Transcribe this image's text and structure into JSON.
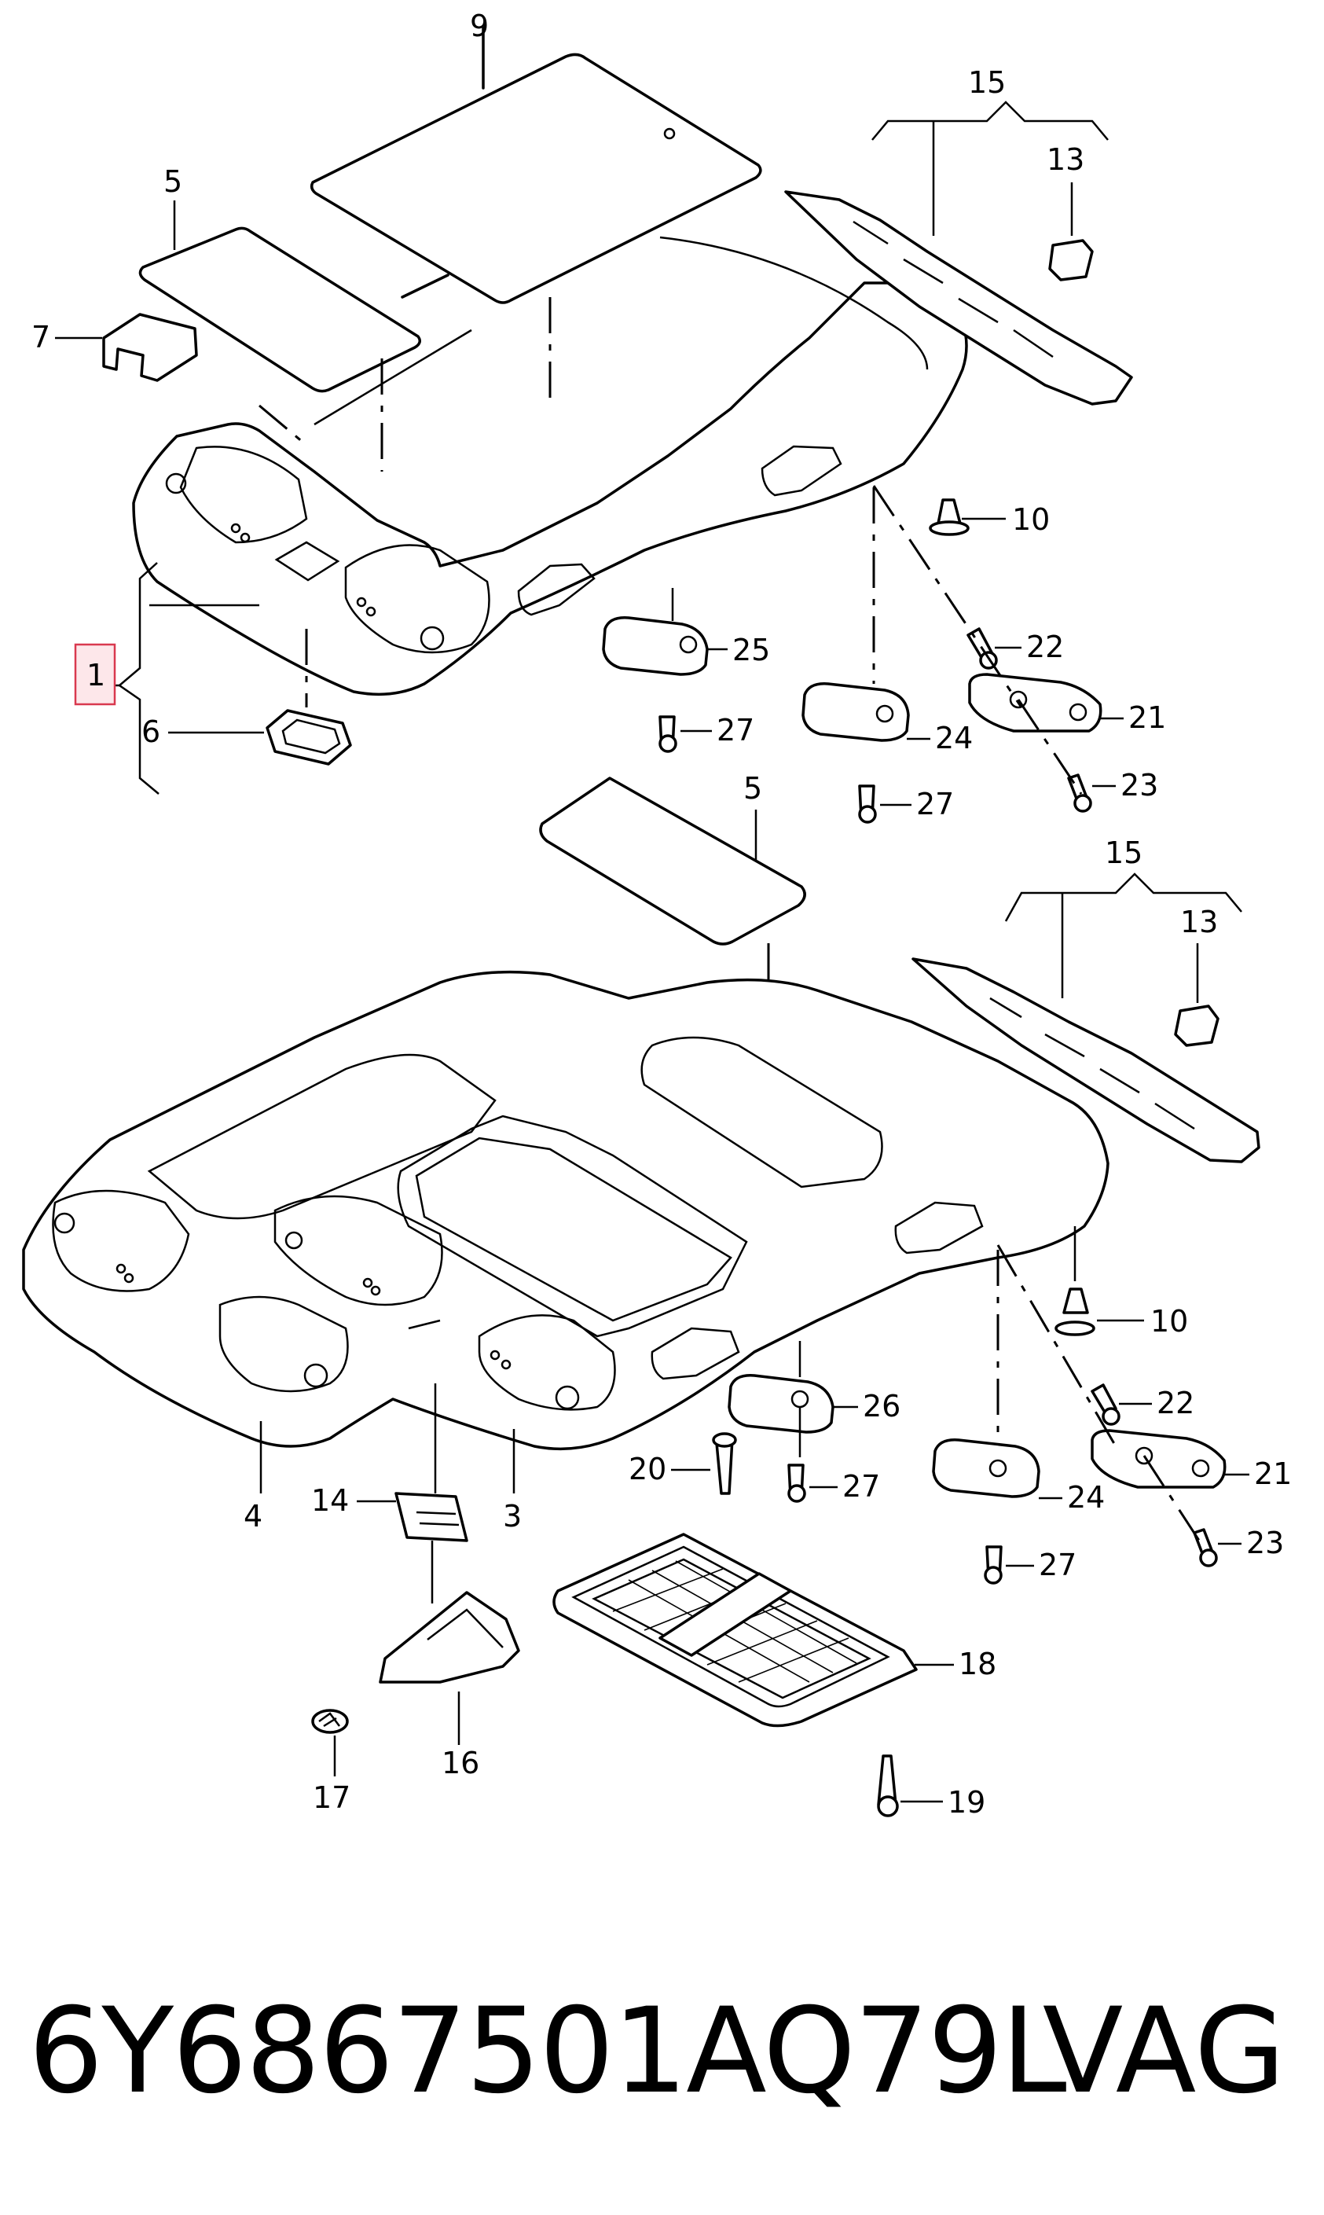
{
  "callouts": {
    "c1": "1",
    "c3": "3",
    "c4": "4",
    "c5a": "5",
    "c5b": "5",
    "c6": "6",
    "c7": "7",
    "c9": "9",
    "c10a": "10",
    "c10b": "10",
    "c13a": "13",
    "c13b": "13",
    "c14": "14",
    "c15a": "15",
    "c15b": "15",
    "c16": "16",
    "c17": "17",
    "c18": "18",
    "c19": "19",
    "c20": "20",
    "c21a": "21",
    "c21b": "21",
    "c22a": "22",
    "c22b": "22",
    "c23a": "23",
    "c23b": "23",
    "c24a": "24",
    "c24b": "24",
    "c25": "25",
    "c26": "26",
    "c27a": "27",
    "c27b": "27",
    "c27c": "27",
    "c27d": "27"
  },
  "footer": {
    "part_number": "6Y6867501AQ79L",
    "brand": "VAG"
  },
  "colors": {
    "line": "#000000",
    "highlight_fill": "#fde7ea",
    "highlight_border": "#d9394f"
  }
}
